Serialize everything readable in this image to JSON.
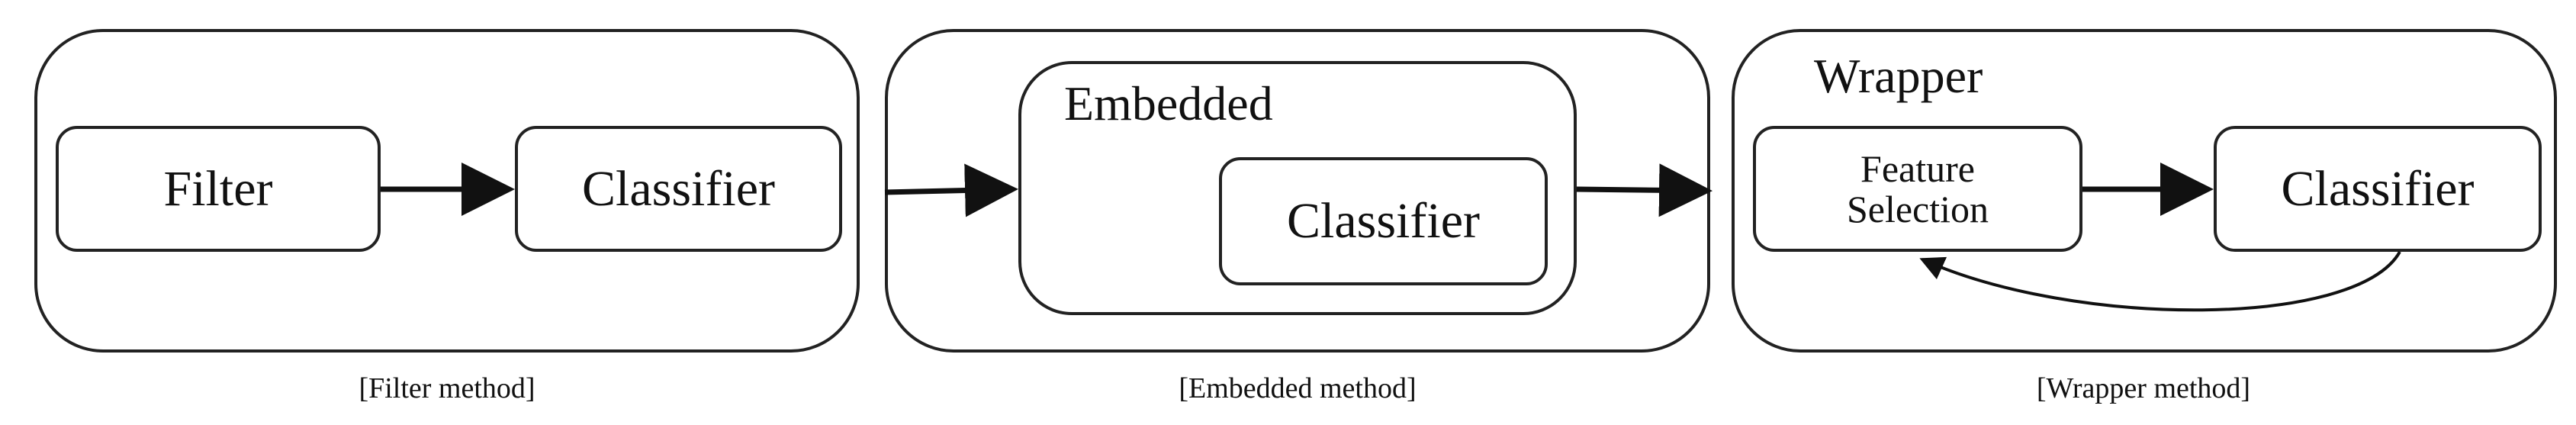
{
  "filter_panel": {
    "filter_label": "Filter",
    "classifier_label": "Classifier",
    "caption": "[Filter method]"
  },
  "embedded_panel": {
    "title": "Embedded",
    "classifier_label": "Classifier",
    "caption": "[Embedded method]"
  },
  "wrapper_panel": {
    "title": "Wrapper",
    "feature_selection_label": "Feature\nSelection",
    "classifier_label": "Classifier",
    "caption": "[Wrapper method]"
  }
}
